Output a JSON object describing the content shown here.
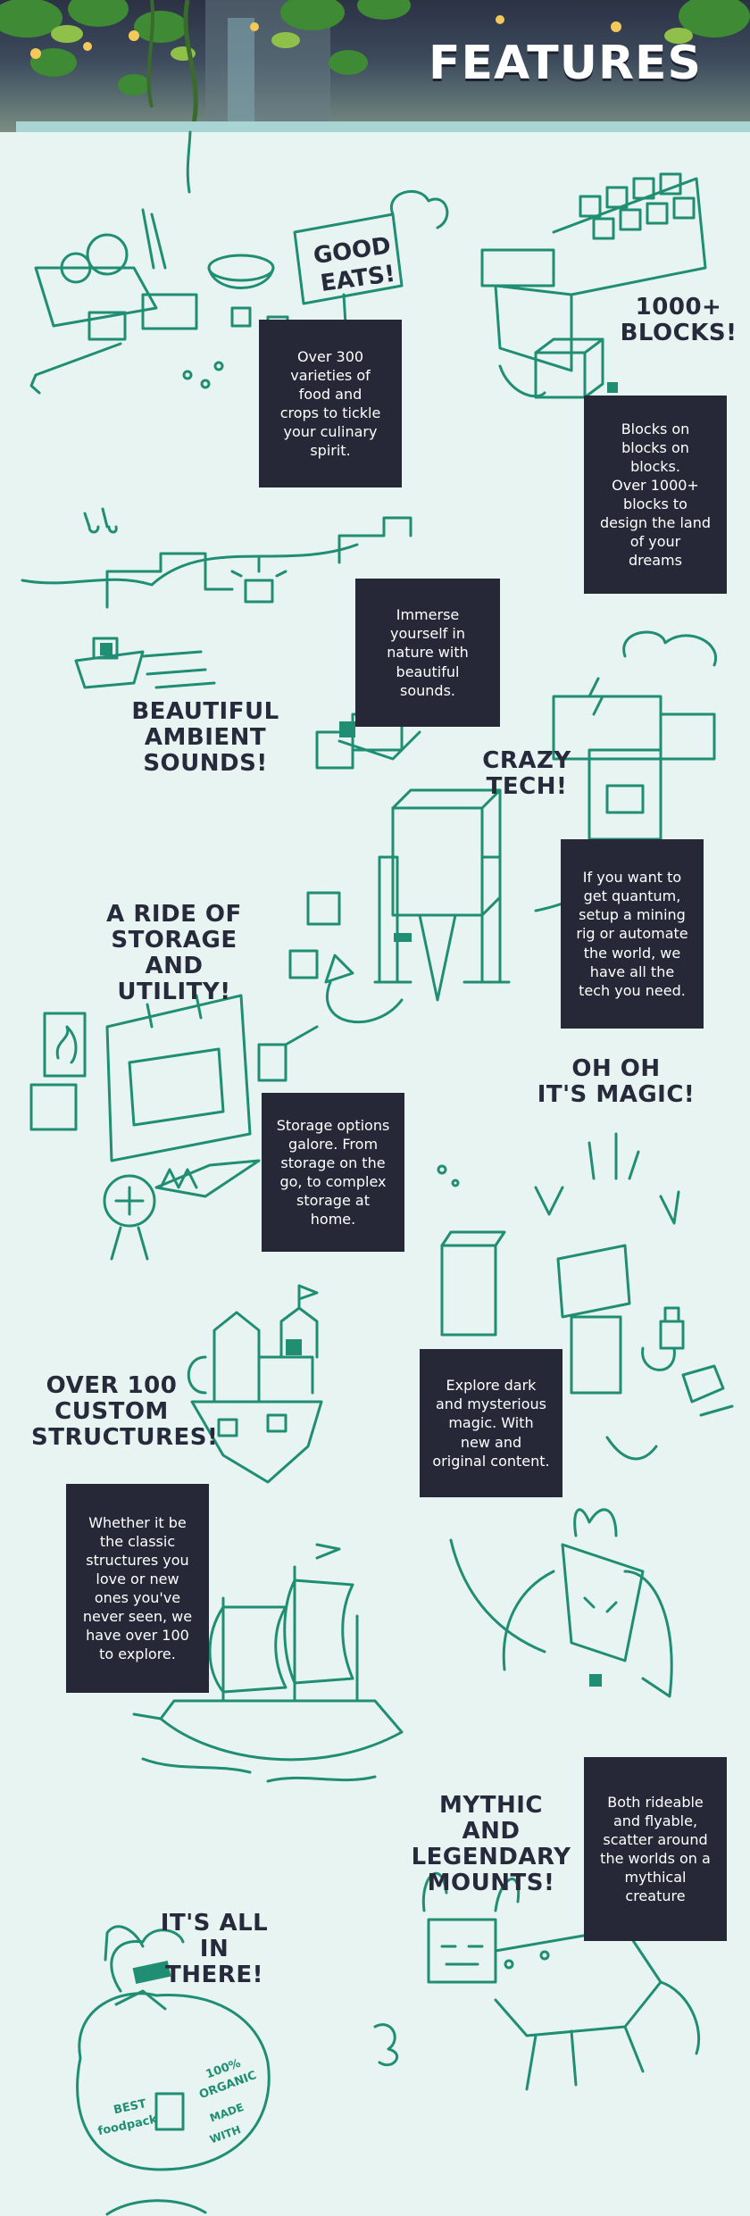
{
  "header": {
    "title": "FEATURES"
  },
  "colors": {
    "accent": "#1f8e73",
    "ink": "#262a3a",
    "box": "#262838",
    "background": "#e8f4f1"
  },
  "sections": [
    {
      "id": "food",
      "heading": [
        "GOOD",
        "EATS!"
      ],
      "body": [
        "Over 300",
        "varieties of",
        "food and",
        "crops to tickle",
        "your culinary",
        "spirit."
      ]
    },
    {
      "id": "blocks",
      "heading": [
        "1000+",
        "BLOCKS!"
      ],
      "body": [
        "Blocks on",
        "blocks on",
        "blocks.",
        "Over 1000+",
        "blocks to",
        "design the land",
        "of your",
        "dreams"
      ]
    },
    {
      "id": "ambient",
      "heading": [
        "BEAUTIFUL",
        "AMBIENT",
        "SOUNDS!"
      ],
      "body": [
        "Immerse",
        "yourself in",
        "nature with",
        "beautiful",
        "sounds."
      ]
    },
    {
      "id": "tech",
      "heading": [
        "CRAZY",
        "TECH!"
      ],
      "body": [
        "If you want to",
        "get quantum,",
        "setup a mining",
        "rig or automate",
        "the world, we",
        "have all the",
        "tech you need."
      ]
    },
    {
      "id": "storage",
      "heading": [
        "A RIDE OF",
        "STORAGE",
        "AND UTILITY!"
      ],
      "body": [
        "Storage options",
        "galore. From",
        "storage on the",
        "go, to complex",
        "storage at",
        "home."
      ]
    },
    {
      "id": "magic",
      "heading": [
        "OH OH",
        "IT'S MAGIC!"
      ],
      "body": [
        "Explore dark",
        "and mysterious",
        "magic. With",
        "new and",
        "original content."
      ]
    },
    {
      "id": "structures",
      "heading": [
        "OVER 100",
        "CUSTOM",
        "STRUCTURES!"
      ],
      "body": [
        "Whether it be",
        "the classic",
        "structures you",
        "love or new",
        "ones you've",
        "never seen, we",
        "have over 100",
        "to explore."
      ]
    },
    {
      "id": "mounts",
      "heading": [
        "MYTHIC AND",
        "LEGENDARY",
        "MOUNTS!"
      ],
      "body": [
        "Both rideable",
        "and flyable,",
        "scatter around",
        "the worlds on a",
        "mythical",
        "creature"
      ]
    },
    {
      "id": "all",
      "heading": [
        "IT'S ALL",
        "IN THERE!"
      ],
      "body": []
    }
  ],
  "doodle_text": {
    "sign": [
      "GOOD",
      "EATS!"
    ],
    "bag": [
      "BEST",
      "foodpack",
      "100%",
      "ORGANIC",
      "MADE",
      "WITH"
    ]
  }
}
